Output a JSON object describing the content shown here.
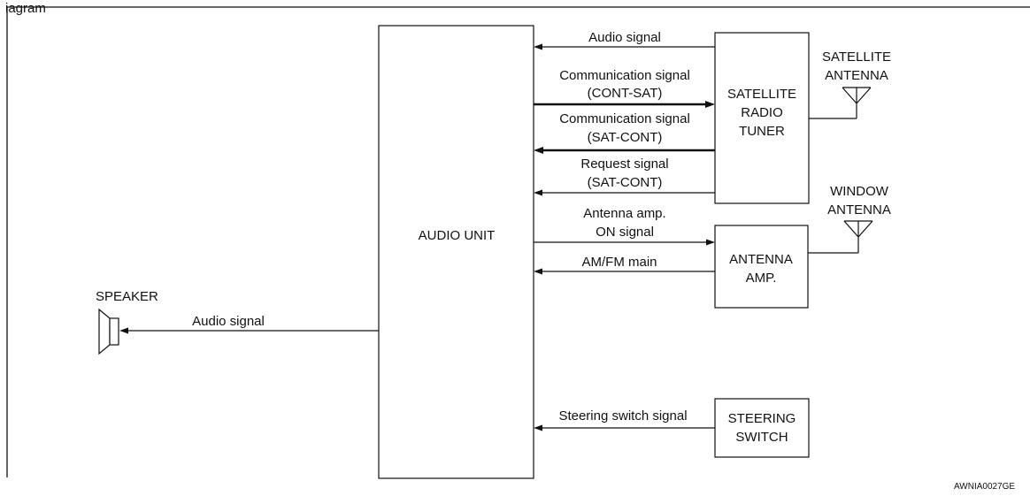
{
  "header_partial": "iagram",
  "code": "AWNIA0027GE",
  "blocks": {
    "audio_unit": "AUDIO UNIT",
    "satellite_tuner": [
      "SATELLITE",
      "RADIO",
      "TUNER"
    ],
    "antenna_amp": [
      "ANTENNA",
      "AMP."
    ],
    "steering_switch": [
      "STEERING",
      "SWITCH"
    ]
  },
  "components": {
    "speaker": "SPEAKER",
    "satellite_antenna": [
      "SATELLITE",
      "ANTENNA"
    ],
    "window_antenna": [
      "WINDOW",
      "ANTENNA"
    ]
  },
  "signals": {
    "audio_from_tuner": "Audio signal",
    "comm_cont_sat": [
      "Communication signal",
      "(CONT-SAT)"
    ],
    "comm_sat_cont": [
      "Communication signal",
      "(SAT-CONT)"
    ],
    "request_sat_cont": [
      "Request signal",
      "(SAT-CONT)"
    ],
    "antenna_amp_on": [
      "Antenna amp.",
      "ON signal"
    ],
    "am_fm_main": "AM/FM main",
    "audio_to_speaker": "Audio signal",
    "steering_switch_signal": "Steering switch signal"
  }
}
